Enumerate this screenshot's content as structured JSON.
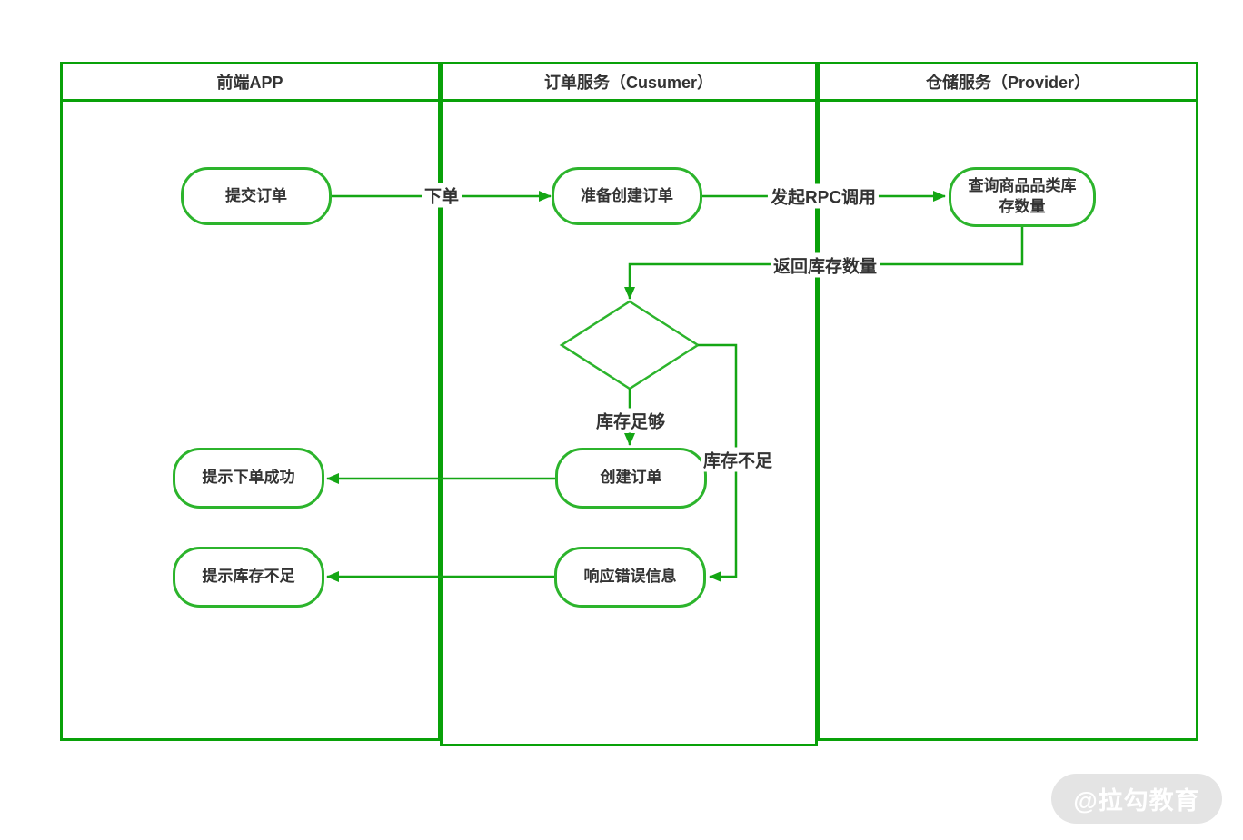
{
  "colors": {
    "grid_green": "#09a109",
    "shape_green": "#2cb42c",
    "line_green": "#14a614",
    "text_dark": "#333333",
    "watermark_bg": "#e4e4e4",
    "watermark_text": "#ffffff"
  },
  "lanes": [
    {
      "id": "frontend",
      "label": "前端APP"
    },
    {
      "id": "order-service",
      "label": "订单服务（Cusumer）"
    },
    {
      "id": "warehouse-service",
      "label": "仓储服务（Provider）"
    }
  ],
  "nodes": [
    {
      "id": "submit-order",
      "label": "提交订单"
    },
    {
      "id": "prepare-create-order",
      "label": "准备创建订单"
    },
    {
      "id": "query-stock",
      "label": "查询商品品类库存数量"
    },
    {
      "id": "create-order",
      "label": "创建订单"
    },
    {
      "id": "notify-order-success",
      "label": "提示下单成功"
    },
    {
      "id": "respond-error",
      "label": "响应错误信息"
    },
    {
      "id": "notify-stock-insufficient",
      "label": "提示库存不足"
    }
  ],
  "edge_labels": [
    {
      "id": "place-order",
      "label": "下单"
    },
    {
      "id": "rpc-call",
      "label": "发起RPC调用"
    },
    {
      "id": "return-stock",
      "label": "返回库存数量"
    },
    {
      "id": "stock-sufficient",
      "label": "库存足够"
    },
    {
      "id": "stock-insufficient",
      "label": "库存不足"
    }
  ],
  "watermark": {
    "label": "@拉勾教育"
  }
}
